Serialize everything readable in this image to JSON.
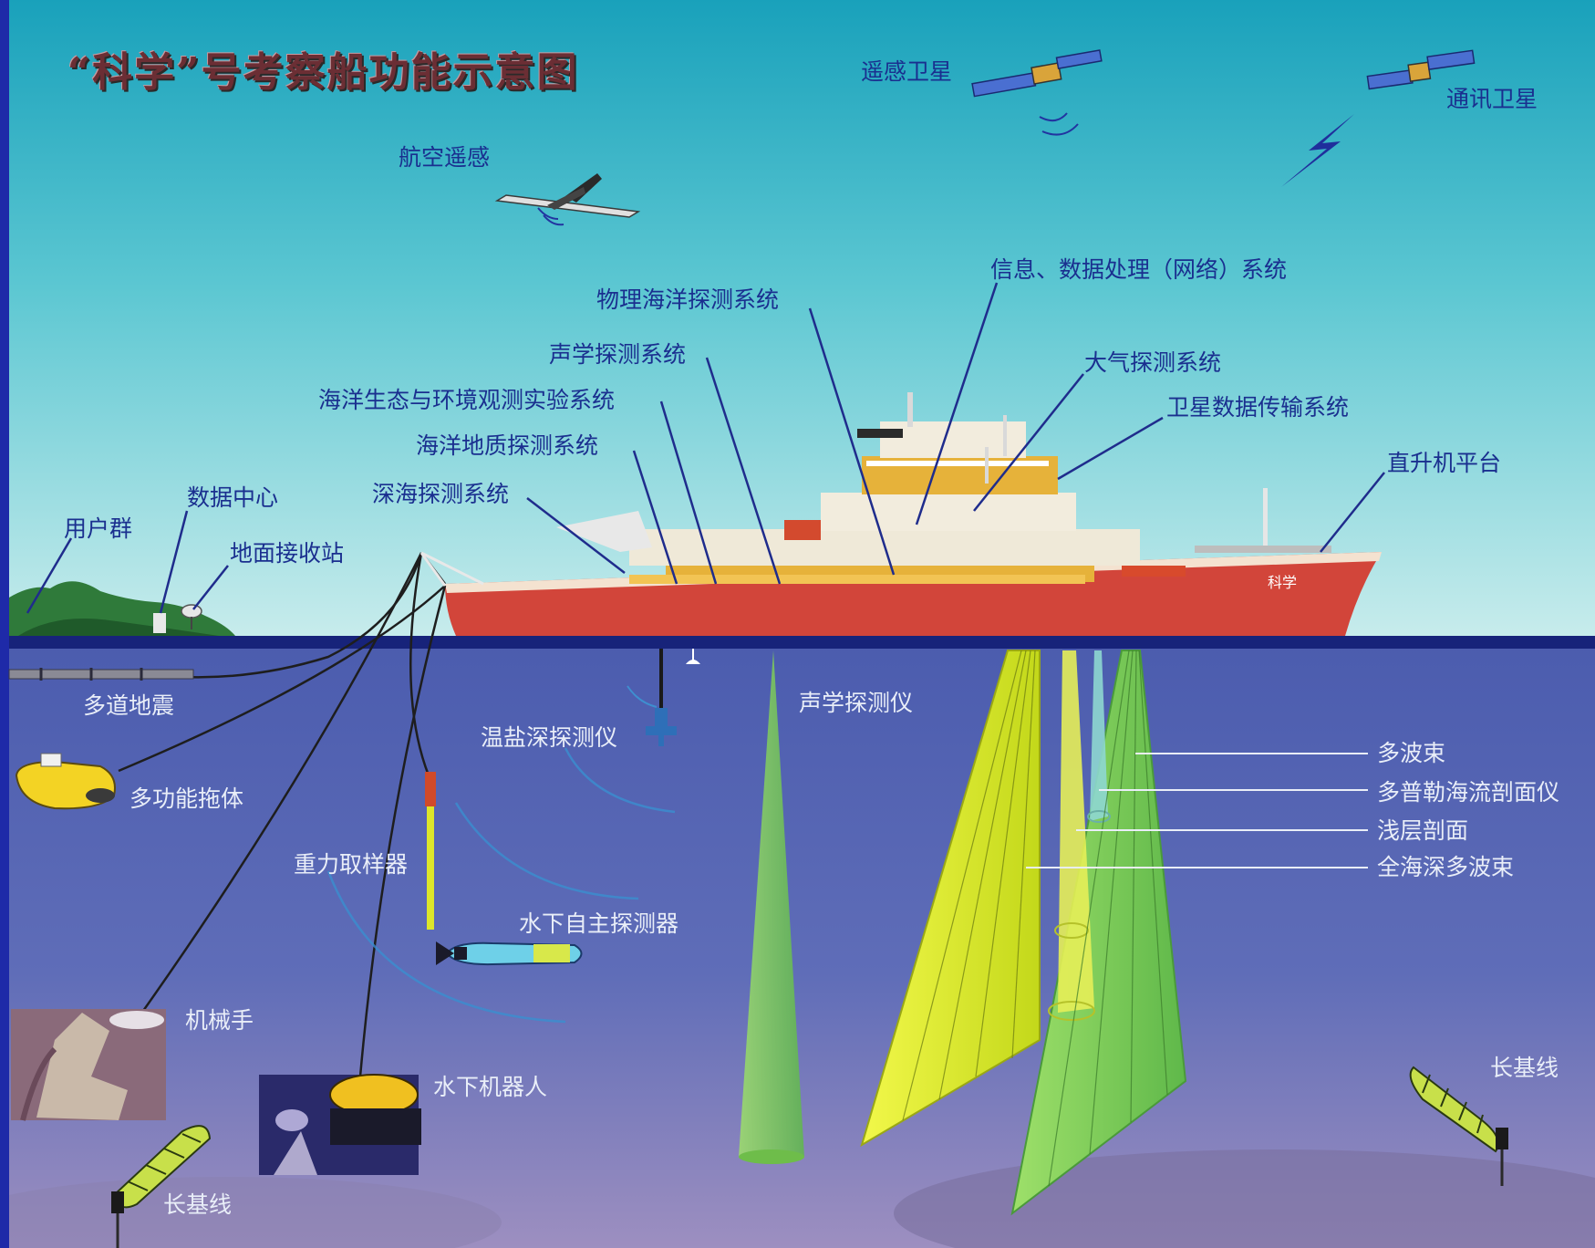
{
  "title": "“科学”号考察船功能示意图",
  "ship_name": "科学",
  "colors": {
    "sky_top": "#1fa6bf",
    "sky_bottom": "#bfe9ea",
    "sea_top": "#4f5fb0",
    "sea_bottom": "#a493c4",
    "water_line": "#17237a",
    "hull": "#d2453a",
    "label_dark": "#1a2f8f",
    "label_light": "#e9eef8",
    "beam_yellow": "#d8ec1f",
    "beam_green": "#7ecf4f",
    "left_border": "#1e2aa8"
  },
  "sky_labels": {
    "remote_sat": "遥感卫星",
    "comm_sat": "通讯卫星",
    "aerial": "航空遥感",
    "info_sys": "信息、数据处理（网络）系统",
    "phys_ocean": "物理海洋探测系统",
    "acoustic_sys": "声学探测系统",
    "atmos": "大气探测系统",
    "eco": "海洋生态与环境观测实验系统",
    "sat_data": "卫星数据传输系统",
    "geo": "海洋地质探测系统",
    "heli": "直升机平台",
    "deep_sea": "深海探测系统",
    "data_center": "数据中心",
    "users": "用户群",
    "ground_station": "地面接收站"
  },
  "sea_labels": {
    "seismic": "多道地震",
    "ctd": "温盐深探测仪",
    "acoustic_inst": "声学探测仪",
    "multibeam": "多波束",
    "adcp": "多普勒海流剖面仪",
    "shallow": "浅层剖面",
    "fulldepth": "全海深多波束",
    "towed": "多功能拖体",
    "gravity": "重力取样器",
    "auv": "水下自主探测器",
    "manipulator": "机械手",
    "rov": "水下机器人",
    "baseline_left": "长基线",
    "baseline_right": "长基线"
  }
}
